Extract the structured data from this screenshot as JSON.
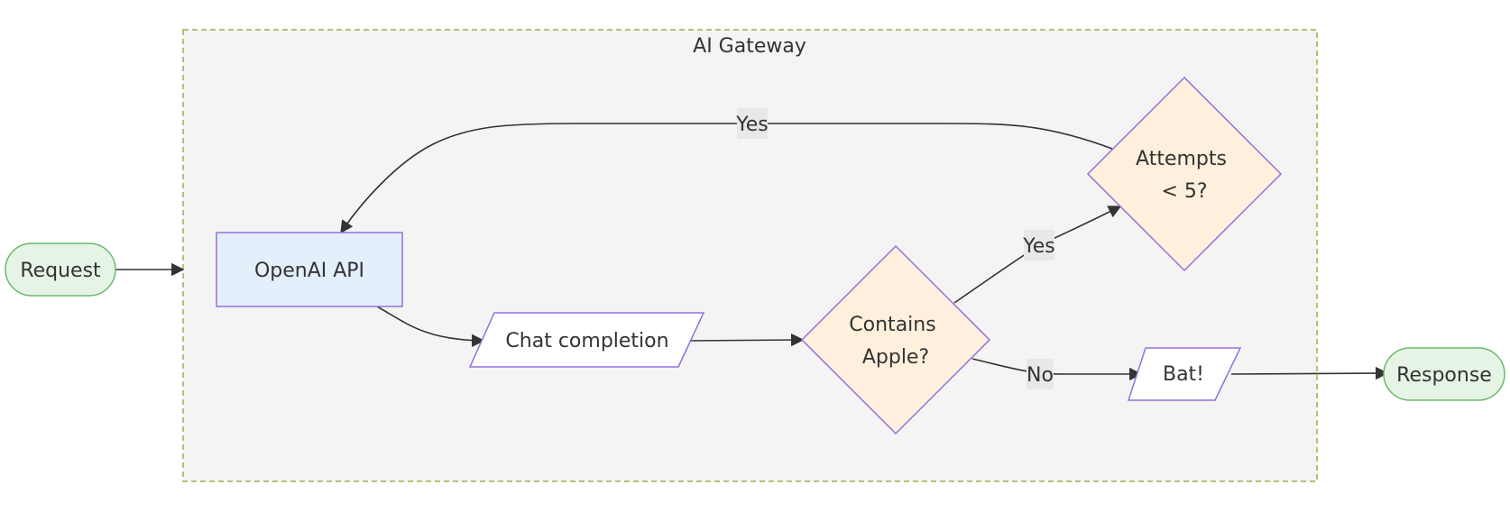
{
  "group": {
    "title": "AI Gateway"
  },
  "nodes": {
    "request": "Request",
    "openai_api": "OpenAI API",
    "chat_completion": "Chat completion",
    "contains_apple": [
      "Contains",
      "Apple?"
    ],
    "attempts": [
      "Attempts",
      "< 5?"
    ],
    "bat": "Bat!",
    "response": "Response"
  },
  "edges": {
    "apple_to_attempts": "Yes",
    "attempts_to_api": "Yes",
    "apple_to_bat": "No"
  },
  "colors": {
    "group_fill": "#f4f4f4",
    "group_border": "#9cb04a",
    "terminal_fill": "#e6f4e6",
    "terminal_border": "#6cb86c",
    "process_fill": "#e3effb",
    "node_border": "#9370db",
    "decision_fill": "#fef0dc",
    "io_fill": "#ffffff",
    "edge": "#333333",
    "label_bg": "#e8e8e8"
  }
}
